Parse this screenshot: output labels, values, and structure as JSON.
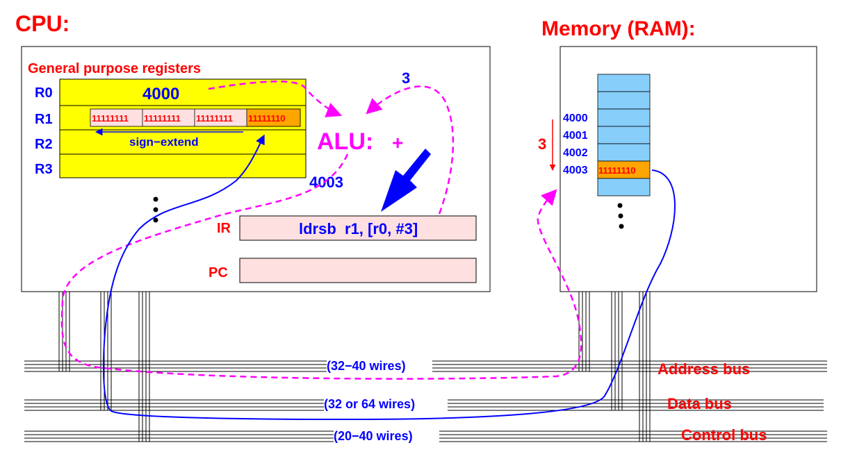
{
  "cpu": {
    "title": "CPU:",
    "registers_title": "General purpose registers",
    "registers": [
      {
        "name": "R0",
        "value": "4000"
      },
      {
        "name": "R1",
        "bytes": [
          "11111111",
          "11111111",
          "11111111",
          "11111110"
        ]
      },
      {
        "name": "R2",
        "note": "sign−extend"
      },
      {
        "name": "R3"
      }
    ],
    "alu": {
      "label": "ALU:",
      "op": "+"
    },
    "offset": "3",
    "effective_address": "4003",
    "ir": {
      "label": "IR",
      "instruction": "ldrsb  r1, [r0, #3]"
    },
    "pc": {
      "label": "PC",
      "value": ""
    }
  },
  "memory": {
    "title": "Memory (RAM):",
    "offset": "3",
    "addresses": [
      "4000",
      "4001",
      "4002",
      "4003"
    ],
    "loaded_byte": "11111110"
  },
  "buses": [
    {
      "name": "Address bus",
      "wires": "(32−40 wires)"
    },
    {
      "name": "Data bus",
      "wires": "(32 or 64 wires)"
    },
    {
      "name": "Control bus",
      "wires": "(20−40 wires)"
    }
  ],
  "colors": {
    "label_red": "#ff0000",
    "label_blue": "#0000ff",
    "register_file": "#ffff00",
    "memory_cell": "#87cefa",
    "memory_highlight": "#ffa500",
    "ir_fill": "#ffe0e0",
    "flow_magenta": "#ff00ff",
    "data_path_blue": "#0000ff"
  }
}
